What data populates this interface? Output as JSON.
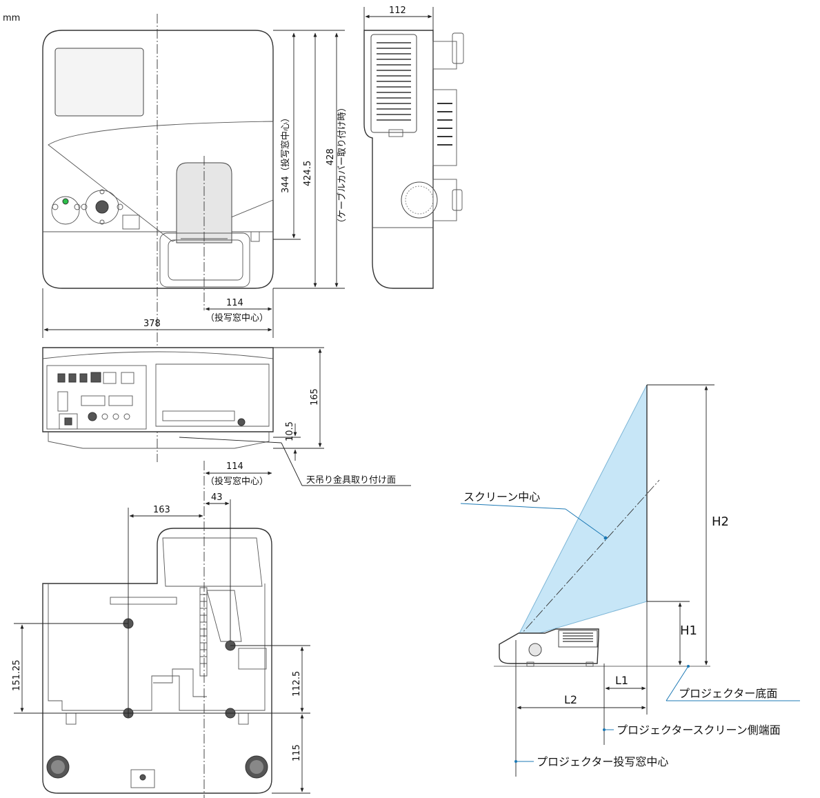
{
  "unit": "mm",
  "colors": {
    "beam": "#c7e6f7",
    "leader": "#1b78b4",
    "line": "#333333"
  },
  "top_view": {
    "dims": {
      "depth_window": "344（投写窓中心）",
      "depth": "424.5",
      "depth_cable_value": "428",
      "depth_cable_note": "（ケーブルカバー取り付け時）",
      "offset_value": "114",
      "offset_note": "（投写窓中心）",
      "width": "378"
    }
  },
  "side_view": {
    "dims": {
      "height": "112"
    }
  },
  "rear_view": {
    "dims": {
      "height": "165",
      "foot": "10.5"
    },
    "callout": "天吊り金具取り付け面"
  },
  "bottom_view": {
    "dims": {
      "offset_value": "114",
      "offset_note": "（投写窓中心）",
      "hole_a": "163",
      "hole_b": "43",
      "left_height": "151.25",
      "right_height": "112.5",
      "bottom": "115"
    }
  },
  "install_diagram": {
    "labels": {
      "screen_center": "スクリーン中心",
      "h2": "H2",
      "h1": "H1",
      "l1": "L1",
      "l2": "L2",
      "bottom_face": "プロジェクター底面",
      "screen_side": "プロジェクタースクリーン側端面",
      "window_center": "プロジェクター投写窓中心"
    }
  }
}
